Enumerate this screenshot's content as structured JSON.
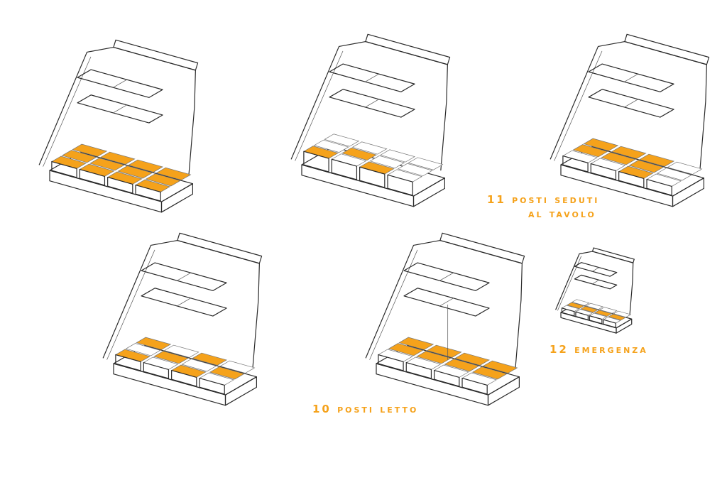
{
  "theme": {
    "accent": "#F5A21B",
    "line": "#2a2a2a",
    "panel_fill": "#ffffff"
  },
  "captions": {
    "seats": [
      "11 posti seduti",
      "al tavolo"
    ],
    "beds": "10 posti letto",
    "emergency": "12 emergenza"
  },
  "diagrams": [
    {
      "id": "configuration-platform",
      "highlight": "floor-platform"
    },
    {
      "id": "configuration-table",
      "highlight": "table-and-benches"
    },
    {
      "id": "configuration-seats",
      "highlight": "seating-blocks"
    },
    {
      "id": "configuration-storage",
      "highlight": "open-storage-boxes"
    },
    {
      "id": "configuration-beds",
      "highlight": "bed-levels"
    },
    {
      "id": "configuration-emergency",
      "highlight": "floor-strip"
    }
  ]
}
